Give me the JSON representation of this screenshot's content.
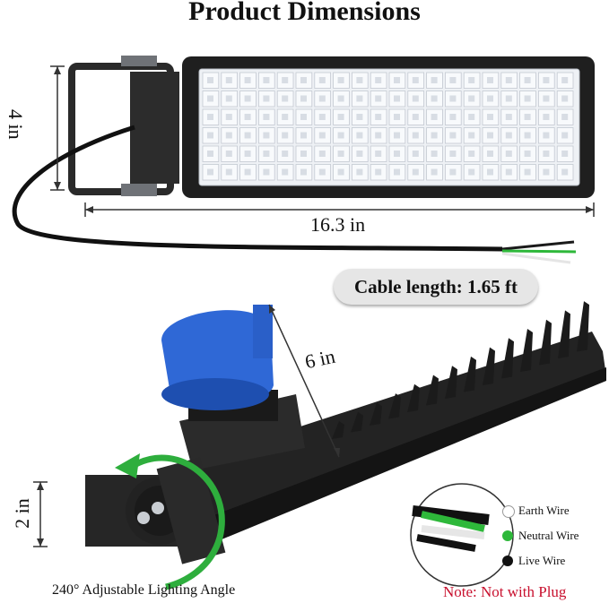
{
  "title": "Product Dimensions",
  "dimensions": {
    "width": "16.3 in",
    "height_top": "4 in",
    "depth": "6 in",
    "height_bottom": "2 in"
  },
  "cable_length": "Cable length: 1.65 ft",
  "angle_caption": "240° Adjustable Lighting Angle",
  "wire_legend": [
    {
      "label": "Earth Wire",
      "color": "#ffffff"
    },
    {
      "label": "Neutral Wire",
      "color": "#2eb83a"
    },
    {
      "label": "Live Wire",
      "color": "#111111"
    }
  ],
  "note": "Note: Not with Plug",
  "colors": {
    "housing": "#1f1f1f",
    "led_panel": "#eef1f5",
    "sensor_cap": "#2f68d6",
    "arrow": "#2eae3d",
    "note": "#c8102e"
  }
}
